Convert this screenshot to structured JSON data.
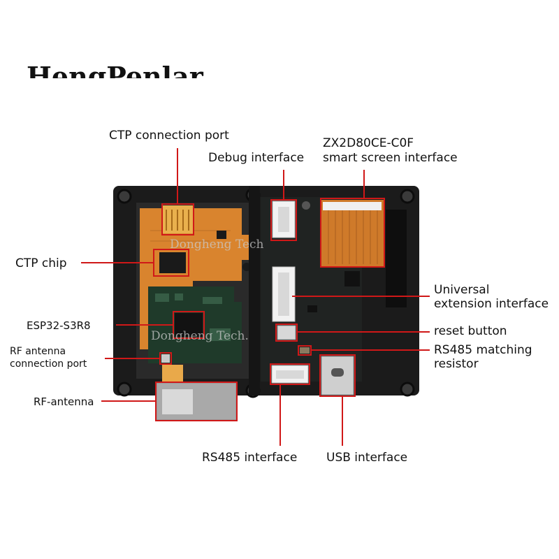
{
  "brand": "HengPenlar",
  "watermarks": [
    "Dongheng Tech",
    "Dongheng Tech."
  ],
  "labels": {
    "ctp_port": "CTP connection port",
    "debug": "Debug interface",
    "screen_if_line1": "ZX2D80CE-C0F",
    "screen_if_line2": "smart screen interface",
    "ctp_chip": "CTP chip",
    "universal_line1": "Universal",
    "universal_line2": "extension interface",
    "esp32": "ESP32-S3R8",
    "reset": "reset button",
    "rf_port_line1": "RF antenna",
    "rf_port_line2": "connection port",
    "rs485_res_line1": "RS485 matching",
    "rs485_res_line2": "resistor",
    "rf_antenna": "RF-antenna",
    "rs485_if": "RS485 interface",
    "usb_if": "USB interface"
  },
  "colors": {
    "callout": "#d01818",
    "frame": "#1b1b1b",
    "pcb": "#202322",
    "flex": "#d9842e",
    "antenna": "#a9a9a9"
  }
}
